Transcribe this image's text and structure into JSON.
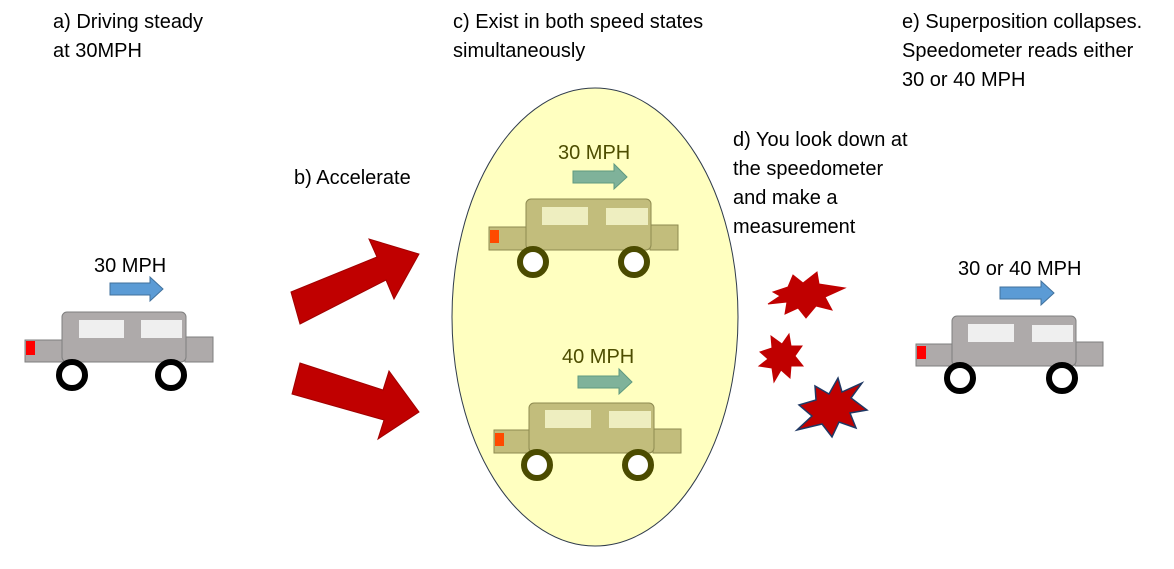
{
  "captions": {
    "a": [
      "a) Driving steady",
      "at 30MPH"
    ],
    "b": [
      "b) Accelerate"
    ],
    "c": [
      "c) Exist in both speed states",
      "simultaneously"
    ],
    "d": [
      "d) You look down at",
      "the speedometer",
      "and make a",
      "measurement"
    ],
    "e": [
      "e) Superposition collapses.",
      "Speedometer reads either",
      "30 or 40 MPH"
    ]
  },
  "speeds": {
    "initial": "30 MPH",
    "state_1": "30 MPH",
    "state_2": "40 MPH",
    "final": "30 or 40 MPH"
  },
  "colors": {
    "gray_car_body": "#aeaaaa",
    "olive_car_body": "#c2bd7c",
    "olive_wheel": "#4b4b00",
    "window": "#efefef",
    "olive_window": "#eeeec0",
    "taillight_red": "#ff0000",
    "taillight_orange": "#ff4a00",
    "blue_arrow": "#5b9bd5",
    "green_arrow": "#7fb29a",
    "red_arrow": "#c00000",
    "superposition_oval": "#ffffc0",
    "explosion_red": "#c00000",
    "explosion_outline": "#1f3864",
    "olive_text": "#4d4d00"
  }
}
